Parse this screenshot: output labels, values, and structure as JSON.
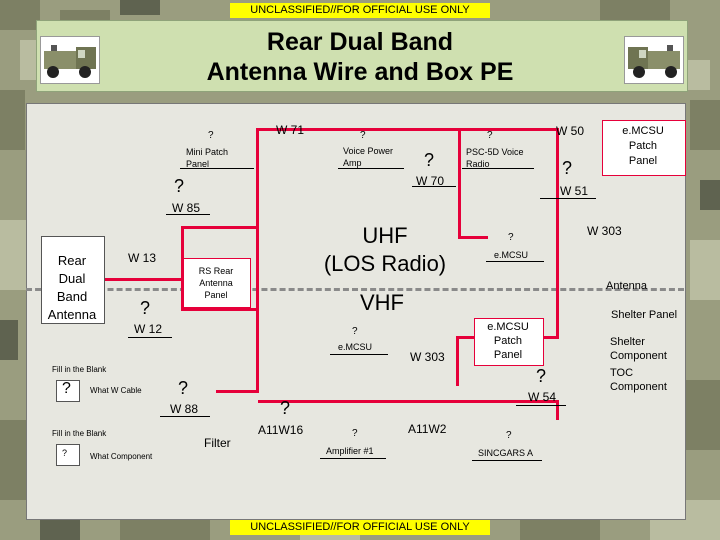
{
  "banner": {
    "top": "UNCLASSIFIED//FOR OFFICIAL USE ONLY",
    "bottom": "UNCLASSIFIED//FOR OFFICIAL USE ONLY"
  },
  "title": {
    "line1": "Rear Dual Band",
    "line2": "Antenna Wire and Box PE"
  },
  "icons": {
    "left_vehicle": "humvee-shelter-icon",
    "right_vehicle": "humvee-shelter-icon"
  },
  "colors": {
    "wire": "#e6003a",
    "banner": "#ffff00"
  },
  "components": {
    "antenna": "Rear\nDual\nBand\nAntenna",
    "rs_panel": "RS Rear\nAntenna\nPanel",
    "filter": "Filter",
    "uhf": "UHF\n(LOS Radio)",
    "vhf": "VHF",
    "mini_patch": {
      "q": "?",
      "label": "Mini Patch\nPanel"
    },
    "voice_power": {
      "q": "?",
      "label": "Voice Power\nAmp"
    },
    "psc5d": {
      "q": "?",
      "label": "PSC-5D Voice\nRadio"
    },
    "emcsu_patch_top": "e.MCSU\nPatch\nPanel",
    "emcsu_top": {
      "q": "?",
      "label": "e.MCSU"
    },
    "emcsu_patch_mid": "e.MCSU\nPatch\nPanel",
    "emcsu_mid": {
      "q": "?",
      "label": "e.MCSU"
    },
    "amplifier": {
      "q": "?",
      "label": "Amplifier #1"
    },
    "sincgars": {
      "q": "?",
      "label": "SINCGARS A"
    }
  },
  "wires": {
    "w71": "W 71",
    "w50": "W 50",
    "w70": {
      "q": "?",
      "label": "W 70"
    },
    "w51": {
      "q": "?",
      "label": "W 51"
    },
    "w85": {
      "q": "?",
      "label": "W 85"
    },
    "w13": "W 13",
    "w12": {
      "q": "?",
      "label": "W 12"
    },
    "w303a": "W 303",
    "w303b": "W 303",
    "w88": {
      "q": "?",
      "label": "W 88"
    },
    "a11w16": {
      "q": "?",
      "label": "A11W16"
    },
    "a11w2": "A11W2",
    "w54": {
      "q": "?",
      "label": "W 54"
    }
  },
  "legend": {
    "antenna": "Antenna",
    "shelter_panel": "Shelter Panel",
    "shelter_component": "Shelter\nComponent",
    "toc_component": "TOC\nComponent"
  },
  "fill_in": {
    "cable_title": "Fill in the Blank",
    "cable_q": "?",
    "cable_label": "What W Cable",
    "component_title": "Fill in the Blank",
    "component_q": "?",
    "component_label": "What Component"
  }
}
